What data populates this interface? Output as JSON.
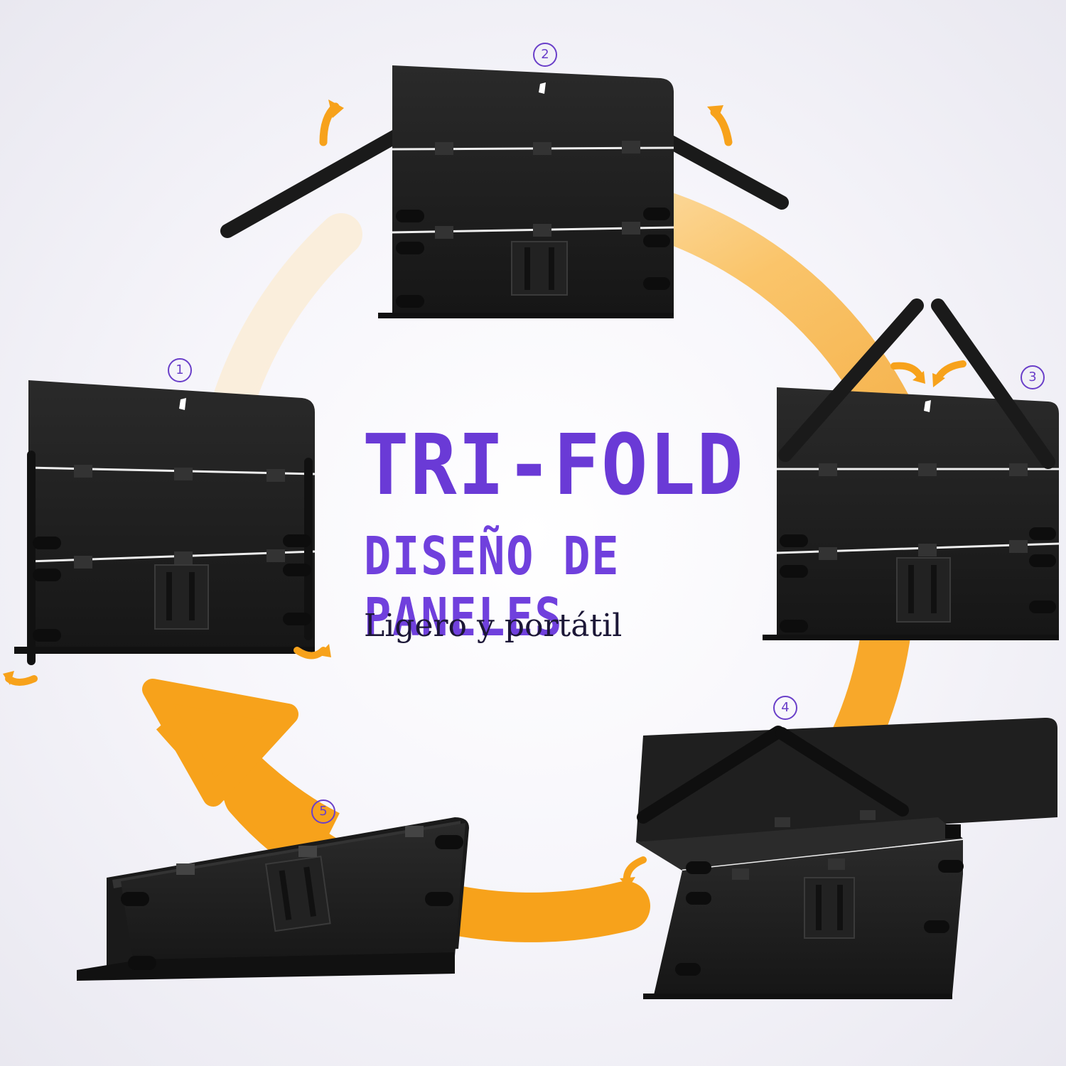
{
  "headline": {
    "title": "TRI-FOLD",
    "subtitle": "DISEÑO DE PANELES",
    "tagline": "Ligero y portátil"
  },
  "steps": [
    {
      "number": "1"
    },
    {
      "number": "2"
    },
    {
      "number": "3"
    },
    {
      "number": "4"
    },
    {
      "number": "5"
    }
  ],
  "colors": {
    "accent_purple": "#6a3ad6",
    "arrow_orange": "#f7a21b",
    "panel_black": "#1a1a1a"
  }
}
